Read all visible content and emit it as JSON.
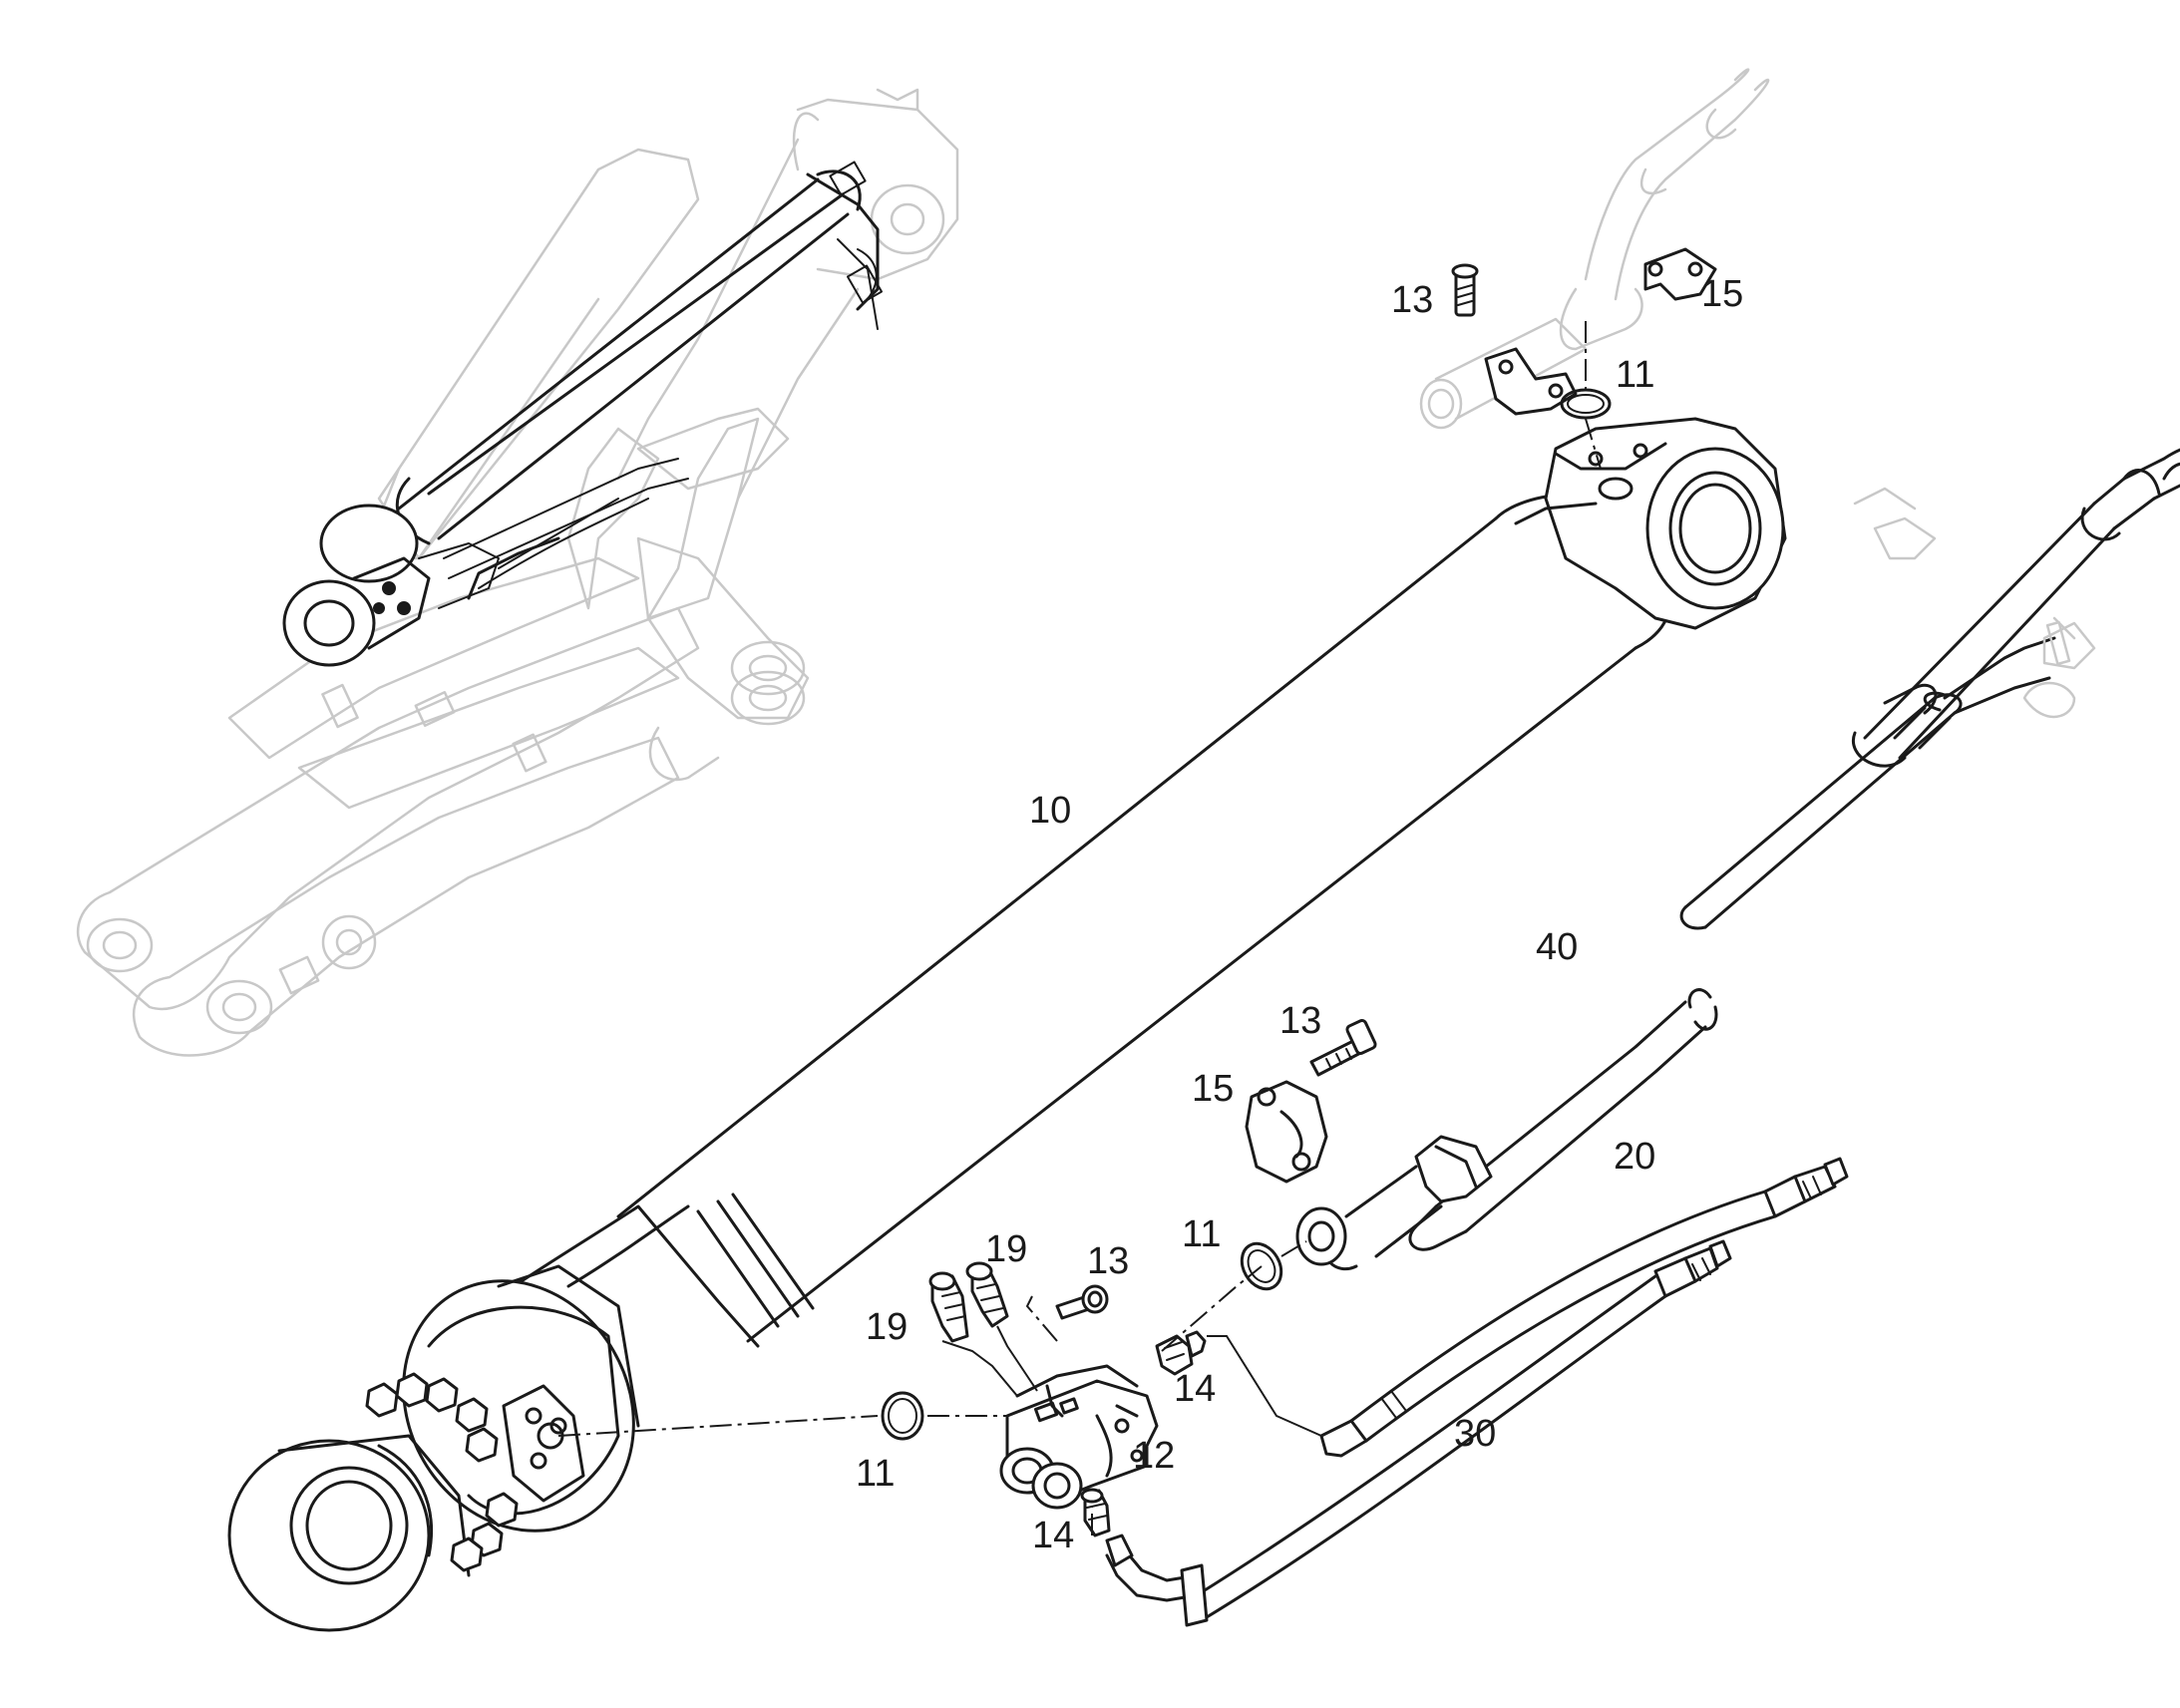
{
  "labels": {
    "l10": "10",
    "l11_top": "11",
    "l11_mid": "11",
    "l11_bottom": "11",
    "l12": "12",
    "l13_top": "13",
    "l13_mid": "13",
    "l13_block": "13",
    "l14_right": "14",
    "l14_bottom": "14",
    "l15_top": "15",
    "l15_mid": "15",
    "l19_left": "19",
    "l19_right": "19",
    "l20": "20",
    "l30": "30",
    "l40": "40"
  },
  "colors": {
    "ink": "#1a1a1a",
    "context_ghost": "#c8c8c8",
    "background": "#ffffff"
  }
}
